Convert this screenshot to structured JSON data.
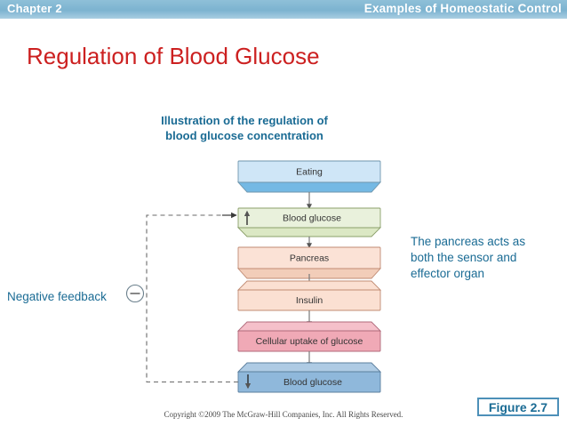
{
  "header": {
    "chapter": "Chapter 2",
    "topic": "Examples of Homeostatic Control",
    "bar_color": "#7cb3d0"
  },
  "slide": {
    "title": "Regulation of Blood Glucose",
    "title_color": "#cc2020",
    "accent_color": "#1a6b94"
  },
  "figure": {
    "caption_line1": "Illustration of the regulation of",
    "caption_line2": "blood glucose concentration",
    "badge_label": "Figure 2.7"
  },
  "annotations": {
    "side_note_line1": "The pancreas acts as",
    "side_note_line2": "both the sensor and",
    "side_note_line3": "effector organ",
    "negative_feedback_label": "Negative feedback",
    "feedback_sign": "−"
  },
  "flowchart": {
    "type": "flow-diagram",
    "direction": "top-to-bottom",
    "nodes": [
      {
        "id": "eating",
        "label": "Eating",
        "fill": "#cfe6f7",
        "stroke": "#6f96ad",
        "bevel_fill": "#74b9e4",
        "bevel": "bottom"
      },
      {
        "id": "blood-glucose-up",
        "label": "Blood glucose",
        "fill": "#e9f1dc",
        "stroke": "#8ba06a",
        "bevel_fill": "#dbe8c4",
        "bevel": "bottom",
        "indicator": "up-arrow"
      },
      {
        "id": "pancreas",
        "label": "Pancreas",
        "fill": "#fbe2d6",
        "stroke": "#c08b73",
        "bevel_fill": "#f2cdb9",
        "bevel": "bottom"
      },
      {
        "id": "insulin",
        "label": "Insulin",
        "fill": "#fbe0d2",
        "stroke": "#c08b73",
        "bevel_fill": "#fbe0d2",
        "bevel": "top"
      },
      {
        "id": "cellular-uptake",
        "label": "Cellular uptake of glucose",
        "fill": "#f0a9b6",
        "stroke": "#b06a7b",
        "bevel_fill": "#f5c0ca",
        "bevel": "top"
      },
      {
        "id": "blood-glucose-dn",
        "label": "Blood glucose",
        "fill": "#8fb8db",
        "stroke": "#5b7f9e",
        "bevel_fill": "#aecbe4",
        "bevel": "top",
        "indicator": "down-arrow"
      }
    ],
    "edges": [
      {
        "from": "eating",
        "to": "blood-glucose-up",
        "style": "solid-arrow"
      },
      {
        "from": "blood-glucose-up",
        "to": "pancreas",
        "style": "solid-arrow"
      },
      {
        "from": "pancreas",
        "to": "insulin",
        "style": "solid-arrow"
      },
      {
        "from": "insulin",
        "to": "cellular-uptake",
        "style": "solid-arrow"
      },
      {
        "from": "cellular-uptake",
        "to": "blood-glucose-dn",
        "style": "solid-arrow"
      },
      {
        "from": "blood-glucose-dn",
        "to": "blood-glucose-up",
        "style": "dashed-feedback",
        "sign": "negative"
      }
    ]
  },
  "footer": {
    "copyright": "Copyright ©2009 The McGraw-Hill Companies, Inc. All Rights Reserved."
  }
}
